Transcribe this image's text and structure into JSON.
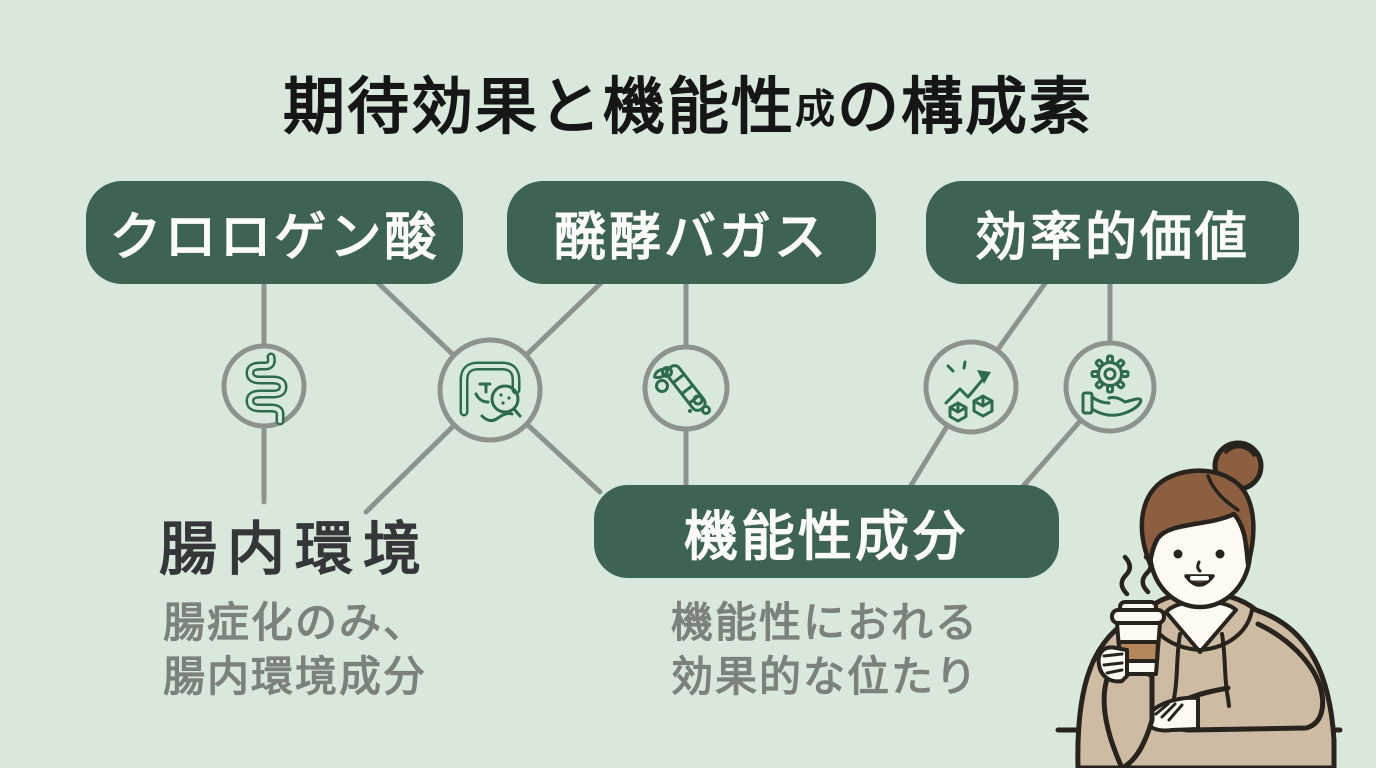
{
  "title": {
    "part1": "期待効果と機能性",
    "small_char": "成",
    "part2": "の構成素"
  },
  "nodes": {
    "top": [
      {
        "id": "chlorogenic",
        "label": "クロロゲン酸"
      },
      {
        "id": "bagasse",
        "label": "醗酵バガス"
      },
      {
        "id": "value",
        "label": "効率的価値"
      }
    ],
    "bottom": [
      {
        "id": "gut",
        "label": "腸内環境",
        "note": [
          "腸症化のみ、",
          "腸内環境成分"
        ]
      },
      {
        "id": "functional",
        "label": "機能性成分",
        "note": [
          "機能性におれる",
          "効果的な位たり"
        ]
      }
    ]
  },
  "icons": [
    {
      "name": "intestine-icon",
      "meaning": "small intestine coil"
    },
    {
      "name": "gut-microscope-icon",
      "meaning": "large intestine with magnifier and microbes"
    },
    {
      "name": "fermented-bagasse-icon",
      "meaning": "sugarcane bagasse stick with fermentation bubbles"
    },
    {
      "name": "growth-chart-icon",
      "meaning": "rising zigzag arrow with cubes"
    },
    {
      "name": "hand-gear-icon",
      "meaning": "open hand holding a gear"
    }
  ],
  "edges": [
    "chlorogenic - intestine-icon - gut",
    "chlorogenic - gut-microscope-icon",
    "bagasse - gut-microscope-icon - gut",
    "gut-microscope-icon - functional",
    "bagasse - fermented-bagasse-icon - functional",
    "value - growth-chart-icon - functional",
    "value - hand-gear-icon - functional"
  ],
  "illustration": {
    "description": "smiling woman with brown hair bun, beige hoodie, holding steaming coffee cup at a table"
  },
  "colors": {
    "background": "#d8e9db",
    "node_green": "#3e6350",
    "node_text": "#fbfcf9",
    "connector_gray": "#8e928d",
    "icon_green": "#2e6b4e",
    "title_text": "#161616",
    "label_text": "#343639",
    "note_text": "#7c817b",
    "hair_brown": "#8d5f41",
    "hoodie_beige": "#cdbba4",
    "cup_sleeve": "#b5875d"
  }
}
